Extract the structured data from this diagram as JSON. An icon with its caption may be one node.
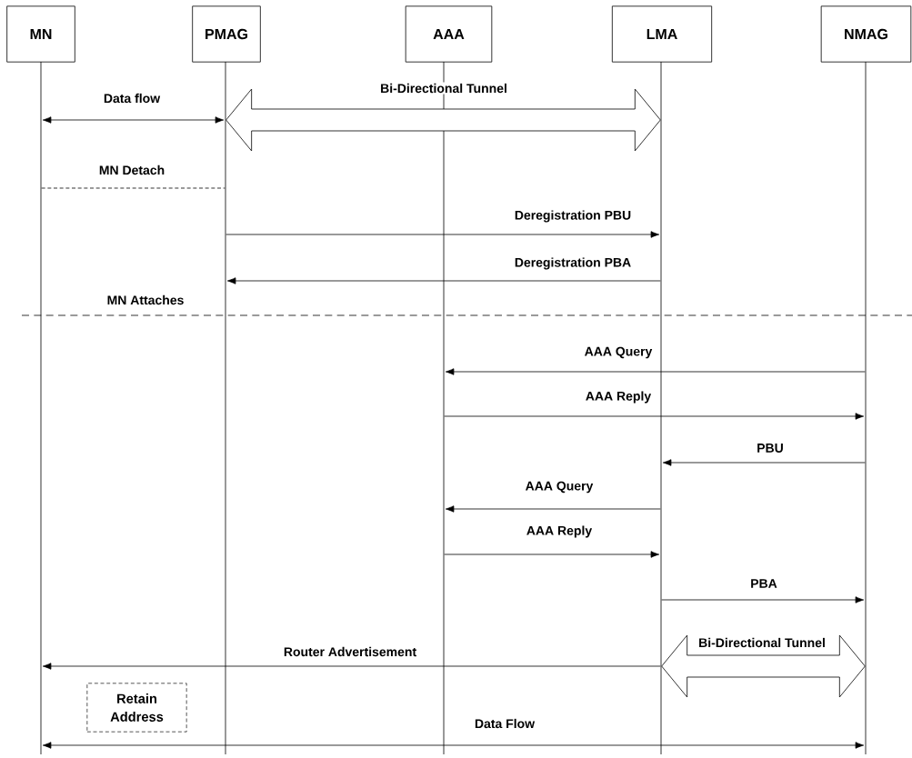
{
  "diagram": {
    "nodes": [
      {
        "text": [
          "MN"
        ]
      },
      {
        "text": [
          "PMAG"
        ]
      },
      {
        "text": [
          "AAA"
        ]
      },
      {
        "text": [
          "LMA"
        ]
      },
      {
        "text": [
          "NMAG"
        ]
      },
      {
        "text": [],
        "shape": "line"
      },
      {
        "text": [],
        "shape": "line"
      },
      {
        "text": [],
        "shape": "line"
      },
      {
        "text": [],
        "shape": "line"
      },
      {
        "text": [],
        "shape": "line"
      },
      {
        "text": [
          "Retain Address"
        ]
      }
    ],
    "edges": [
      {
        "from": 5,
        "to": 6,
        "arrow": "both",
        "label": "Data flow"
      },
      {
        "from": 6,
        "to": 8,
        "arrow": "both",
        "style": "thick",
        "label": "Bi-Directional Tunnel"
      },
      {
        "from": 5,
        "to": 6,
        "arrow": "none",
        "style": "dashed",
        "label": "MN Detach"
      },
      {
        "from": 6,
        "to": 8,
        "arrow": "to",
        "label": "Deregistration PBU"
      },
      {
        "from": 8,
        "to": 6,
        "arrow": "to",
        "label": "Deregistration PBA"
      },
      {
        "from": 9,
        "to": 7,
        "arrow": "to",
        "label": "AAA Query"
      },
      {
        "from": 7,
        "to": 9,
        "arrow": "to",
        "label": "AAA Reply"
      },
      {
        "from": 9,
        "to": 8,
        "arrow": "to",
        "label": "PBU"
      },
      {
        "from": 8,
        "to": 7,
        "arrow": "to",
        "label": "AAA Query"
      },
      {
        "from": 7,
        "to": 8,
        "arrow": "to",
        "label": "AAA Reply"
      },
      {
        "from": 8,
        "to": 9,
        "arrow": "to",
        "label": "PBA"
      },
      {
        "from": 8,
        "to": 5,
        "arrow": "to",
        "label": "Router Advertisement"
      },
      {
        "from": 8,
        "to": 9,
        "arrow": "both",
        "style": "thick",
        "label": "Bi-Directional Tunnel"
      },
      {
        "from": 5,
        "to": 9,
        "arrow": "both",
        "label": "Data Flow"
      }
    ],
    "labels": [
      "MN Attaches"
    ]
  }
}
